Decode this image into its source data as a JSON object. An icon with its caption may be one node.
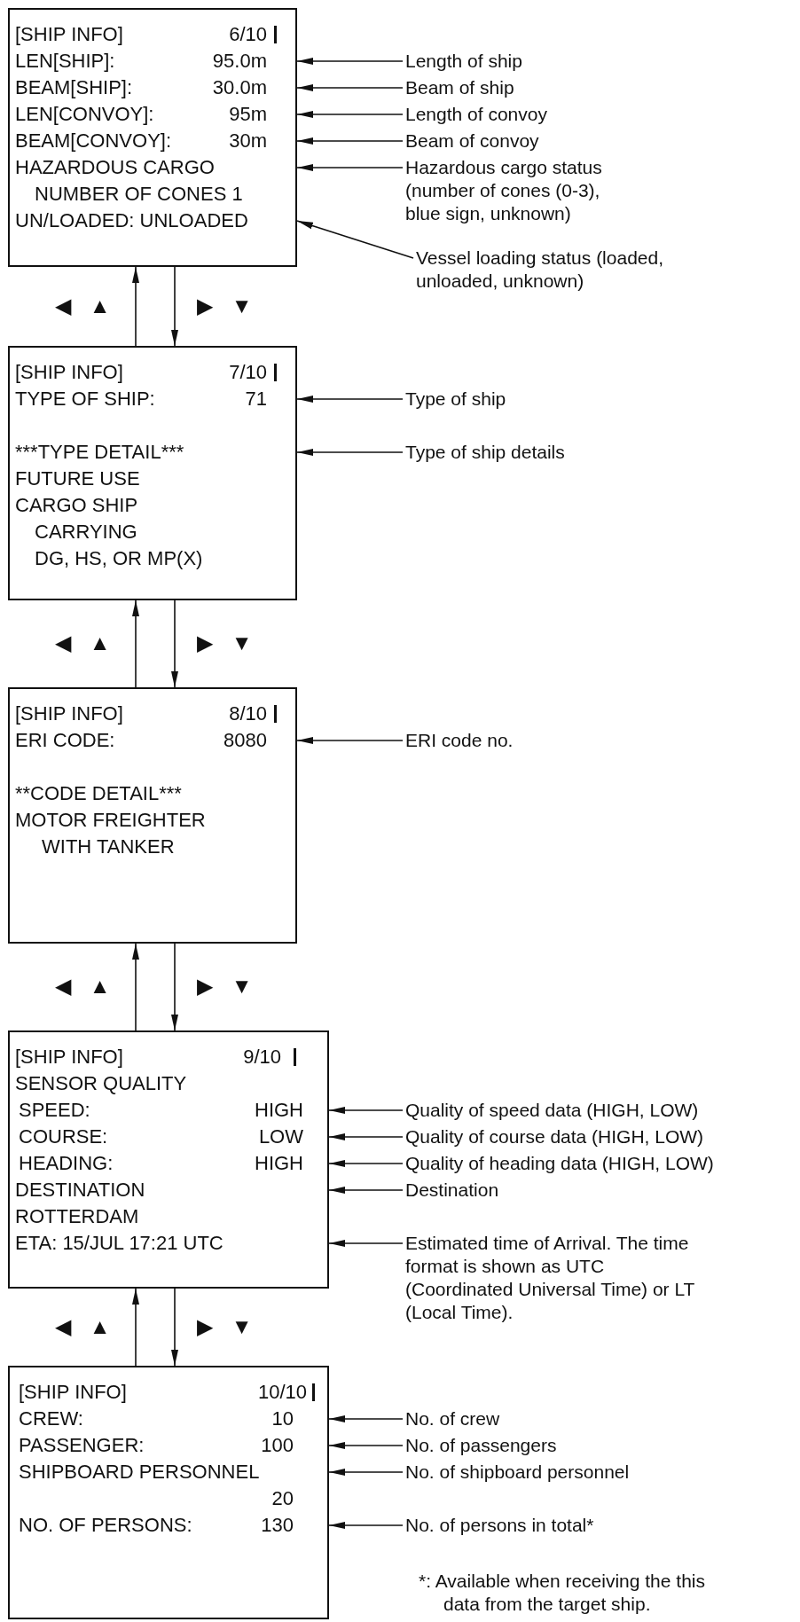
{
  "diagram": {
    "nodes": [
      {
        "text": [
          "[SHIP INFO]",
          "6/10",
          "LEN[SHIP]:",
          "95.0m",
          "BEAM[SHIP]:",
          "30.0m",
          "LEN[CONVOY]:",
          "95m",
          "BEAM[CONVOY]:",
          "30m",
          "HAZARDOUS CARGO",
          "NUMBER OF CONES 1",
          "UN/LOADED: UNLOADED"
        ]
      },
      {
        "text": [
          "Length of ship"
        ]
      },
      {
        "text": [
          "Beam of ship"
        ]
      },
      {
        "text": [
          "Length of convoy"
        ]
      },
      {
        "text": [
          "Beam of convoy"
        ]
      },
      {
        "text": [
          "Hazardous cargo status (number of cones (0-3), blue sign, unknown)"
        ]
      },
      {
        "text": [
          "Vessel loading status (loaded, unloaded, unknown)"
        ]
      },
      {
        "text": [
          "[SHIP INFO]",
          "7/10",
          "TYPE OF SHIP:",
          "71",
          "***TYPE DETAIL***",
          "FUTURE USE",
          "CARGO SHIP",
          "CARRYING",
          "DG, HS, OR MP(X)"
        ]
      },
      {
        "text": [
          "Type of ship"
        ]
      },
      {
        "text": [
          "Type of ship details"
        ]
      },
      {
        "text": [
          "[SHIP INFO]",
          "8/10",
          "ERI CODE:",
          "8080",
          "**CODE DETAIL***",
          "MOTOR FREIGHTER",
          "WITH TANKER"
        ]
      },
      {
        "text": [
          "ERI code no."
        ]
      },
      {
        "text": [
          "[SHIP INFO]",
          "9/10",
          "SENSOR QUALITY",
          "SPEED:",
          "HIGH",
          "COURSE:",
          "LOW",
          "HEADING:",
          "HIGH",
          "DESTINATION",
          "ROTTERDAM",
          "ETA: 15/JUL 17:21 UTC"
        ]
      },
      {
        "text": [
          "Quality of speed data (HIGH, LOW)"
        ]
      },
      {
        "text": [
          "Quality of course data (HIGH, LOW)"
        ]
      },
      {
        "text": [
          "Quality of heading data (HIGH, LOW)"
        ]
      },
      {
        "text": [
          "Destination"
        ]
      },
      {
        "text": [
          "Estimated time of Arrival. The time format is shown as UTC (Coordinated Universal Time) or LT (Local Time)."
        ]
      },
      {
        "text": [
          "[SHIP INFO]",
          "10/10",
          "CREW:",
          "10",
          "PASSENGER:",
          "100",
          "SHIPBOARD PERSONNEL",
          "20",
          "NO. OF PERSONS:",
          "130"
        ]
      },
      {
        "text": [
          "No. of crew"
        ]
      },
      {
        "text": [
          "No. of passengers"
        ]
      },
      {
        "text": [
          "No. of shipboard personnel"
        ]
      },
      {
        "text": [
          "No. of persons in total*"
        ]
      }
    ],
    "edges": [
      {
        "from": 1,
        "to": 0,
        "arrow": "to"
      },
      {
        "from": 2,
        "to": 0,
        "arrow": "to"
      },
      {
        "from": 3,
        "to": 0,
        "arrow": "to"
      },
      {
        "from": 4,
        "to": 0,
        "arrow": "to"
      },
      {
        "from": 5,
        "to": 0,
        "arrow": "to"
      },
      {
        "from": 6,
        "to": 0,
        "arrow": "to"
      },
      {
        "from": 7,
        "to": 0,
        "arrow": "to"
      },
      {
        "from": 0,
        "to": 7,
        "arrow": "to"
      },
      {
        "from": 8,
        "to": 7,
        "arrow": "to"
      },
      {
        "from": 9,
        "to": 7,
        "arrow": "to"
      },
      {
        "from": 10,
        "to": 7,
        "arrow": "to"
      },
      {
        "from": 7,
        "to": 10,
        "arrow": "to"
      },
      {
        "from": 11,
        "to": 10,
        "arrow": "to"
      },
      {
        "from": 12,
        "to": 10,
        "arrow": "to"
      },
      {
        "from": 10,
        "to": 12,
        "arrow": "to"
      },
      {
        "from": 13,
        "to": 12,
        "arrow": "to"
      },
      {
        "from": 14,
        "to": 12,
        "arrow": "to"
      },
      {
        "from": 15,
        "to": 12,
        "arrow": "to"
      },
      {
        "from": 16,
        "to": 12,
        "arrow": "to"
      },
      {
        "from": 17,
        "to": 12,
        "arrow": "to"
      },
      {
        "from": 18,
        "to": 12,
        "arrow": "to"
      },
      {
        "from": 12,
        "to": 18,
        "arrow": "to"
      },
      {
        "from": 19,
        "to": 18,
        "arrow": "to"
      },
      {
        "from": 20,
        "to": 18,
        "arrow": "to"
      },
      {
        "from": 21,
        "to": 18,
        "arrow": "to"
      },
      {
        "from": 22,
        "to": 18,
        "arrow": "to"
      }
    ],
    "labels": [
      "◀ ▲",
      "▶ ▼",
      "◀ ▲",
      "▶ ▼",
      "◀ ▲",
      "▶ ▼",
      "◀ ▲",
      "▶ ▼",
      "*: Available when receiving the this data from the target ship."
    ]
  }
}
